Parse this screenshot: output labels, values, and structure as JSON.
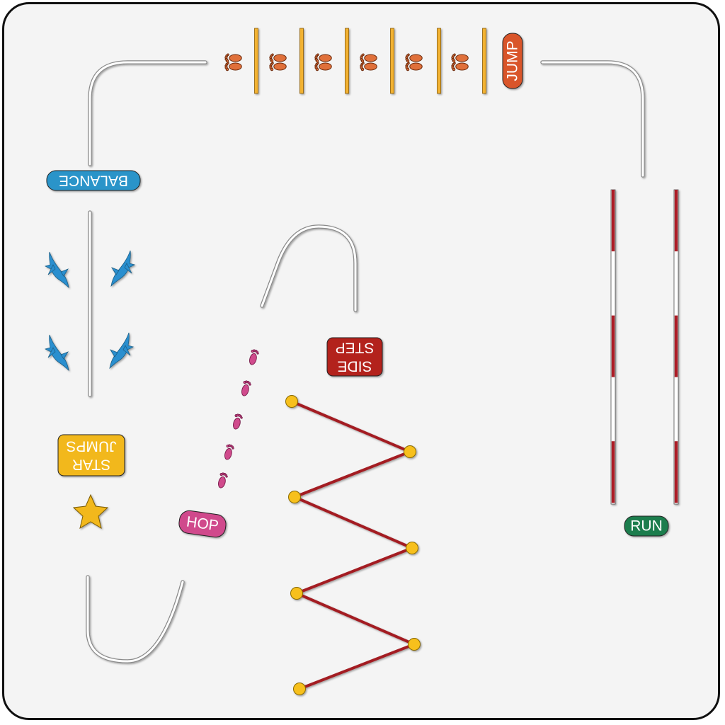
{
  "labels": {
    "jump": "JUMP",
    "balance": "BALANCE",
    "side_step": "SIDE STEP",
    "side_step_line1": "SIDE",
    "side_step_line2": "STEP",
    "star_jumps_line1": "STAR",
    "star_jumps_line2": "JUMPS",
    "hop": "HOP",
    "run": "RUN"
  },
  "icons": {
    "jump_station": "double-footprint-icon",
    "balance_station": "shark-icon",
    "star_station": "star-icon",
    "hop_station": "single-footprint-icon",
    "zigzag_station": "cone-dot-icon"
  },
  "colors": {
    "background": "#f4f4f4",
    "border": "#111111",
    "path": "#ffffff",
    "jump_badge": "#d9542b",
    "jump_bar": "#f2b233",
    "footprint": "#e0703a",
    "balance_badge": "#2a94c9",
    "shark": "#2a8fcf",
    "side_step_badge": "#b3201f",
    "zigzag_line": "#a31f22",
    "zigzag_dot": "#f7c01c",
    "star_badge": "#f2b81a",
    "star": "#f2b81a",
    "hop_badge": "#d04a8c",
    "hop_footprint": "#d04a8c",
    "run_badge": "#1c7d4d",
    "run_pole": "#ad1d25"
  }
}
